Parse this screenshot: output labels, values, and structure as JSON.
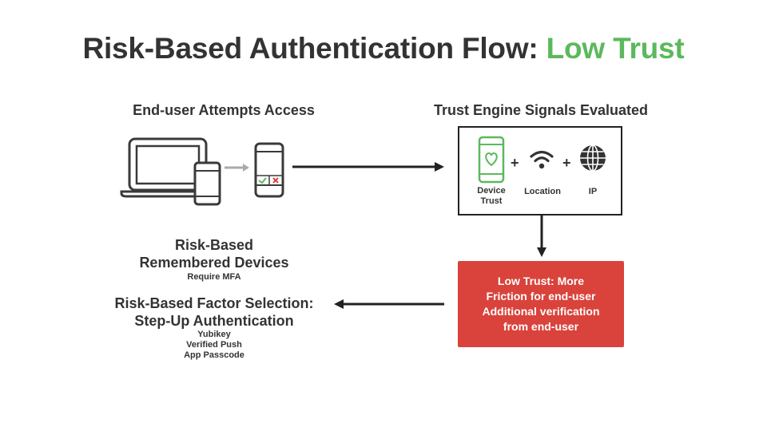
{
  "title": {
    "main": "Risk-Based Authentication Flow: ",
    "accent": "Low Trust"
  },
  "end_user": {
    "heading": "End-user Attempts Access"
  },
  "trust_engine": {
    "heading": "Trust Engine Signals Evaluated",
    "signals": [
      {
        "label": "Device\nTrust",
        "icon": "phone-heart-icon"
      },
      {
        "label": "Location",
        "icon": "wifi-icon"
      },
      {
        "label": "IP",
        "icon": "globe-icon"
      }
    ],
    "plus": "+"
  },
  "low_trust_box": {
    "lines": [
      "Low Trust: More",
      "Friction for end-user",
      "Additional verification",
      "from end-user"
    ]
  },
  "remembered": {
    "line1": "Risk-Based",
    "line2": "Remembered Devices",
    "note": "Require MFA"
  },
  "factor_selection": {
    "line1": "Risk-Based Factor Selection:",
    "line2": "Step-Up Authentication",
    "options": [
      "Yubikey",
      "Verified Push",
      "App Passcode"
    ]
  },
  "colors": {
    "accent": "#5cb85c",
    "alert": "#d9433c",
    "ink": "#333333"
  }
}
